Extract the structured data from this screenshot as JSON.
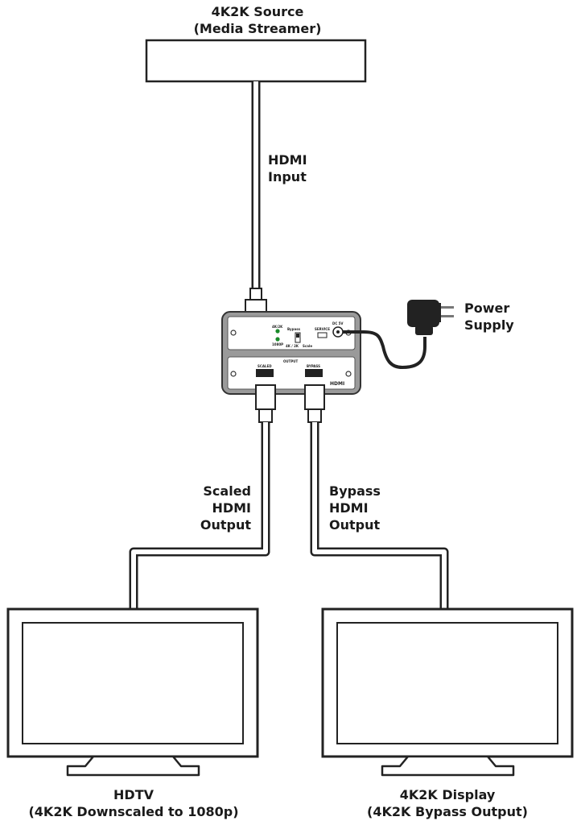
{
  "source": {
    "title": "4K2K Source",
    "subtitle": "(Media Streamer)"
  },
  "hdmi_input": {
    "line1": "HDMI",
    "line2": "Input"
  },
  "power_supply": {
    "line1": "Power",
    "line2": "Supply"
  },
  "device": {
    "top_labels": [
      "4K/2K",
      "1080P",
      "Bypass",
      "4K / 2K",
      "Scale",
      "SERVICE",
      "DC 5V"
    ],
    "bottom_title": "OUTPUT",
    "port_scaled": "SCALED",
    "port_bypass": "BYPASS",
    "brand": "HDMI"
  },
  "scaled_output": {
    "line1": "Scaled",
    "line2": "HDMI",
    "line3": "Output"
  },
  "bypass_output": {
    "line1": "Bypass",
    "line2": "HDMI",
    "line3": "Output"
  },
  "hdtv": {
    "title": "HDTV",
    "subtitle": "(4K2K Downscaled to 1080p)"
  },
  "display_4k": {
    "title": "4K2K Display",
    "subtitle": "(4K2K Bypass Output)"
  }
}
